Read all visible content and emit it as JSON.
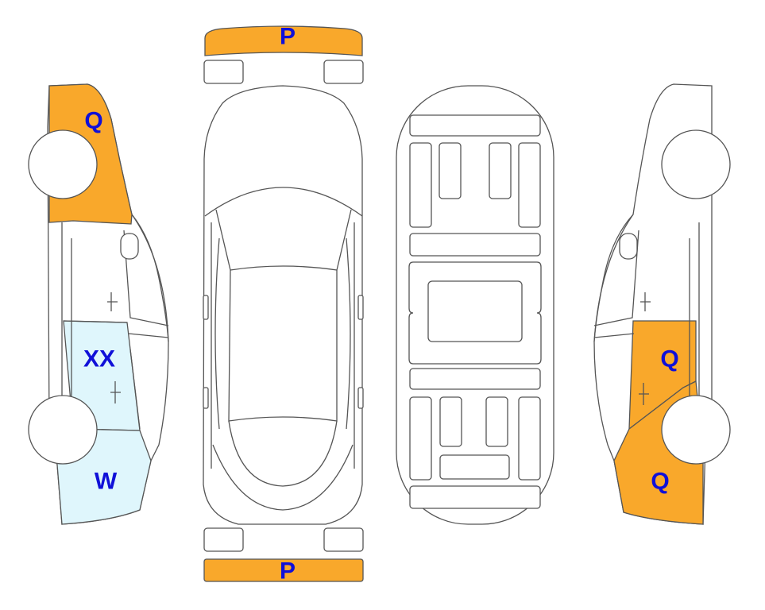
{
  "colors": {
    "damage_orange": "#F9A82B",
    "damage_lightblue": "#DFF6FC",
    "label_blue": "#1010D8",
    "outline": "#555555"
  },
  "labels": {
    "front_bumper": "P",
    "rear_bumper": "P",
    "left_front": "Q",
    "left_rear_door": "XX",
    "left_rear_quarter": "W",
    "right_rear_door": "Q",
    "right_rear_quarter": "Q"
  }
}
